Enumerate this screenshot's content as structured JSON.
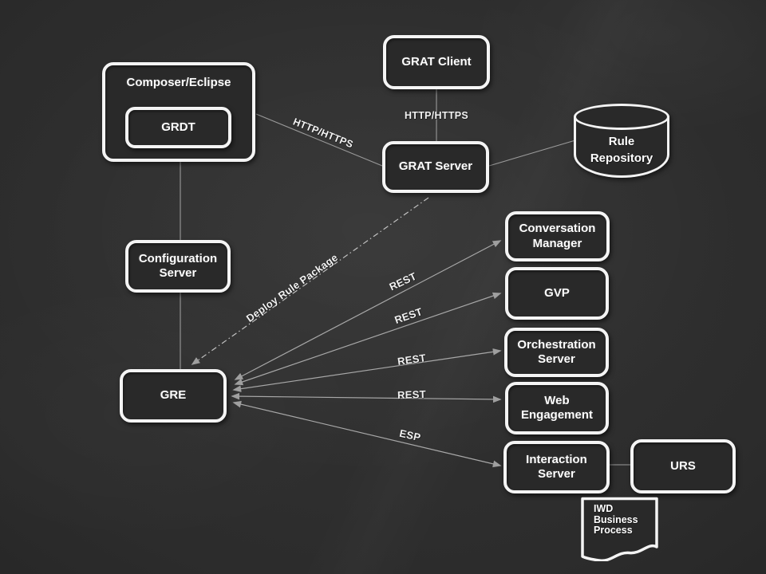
{
  "diagram": {
    "nodes": {
      "composer": {
        "label": "Composer/Eclipse"
      },
      "grdt": {
        "label": "GRDT"
      },
      "grat_client": {
        "label": "GRAT Client"
      },
      "grat_server": {
        "label": "GRAT Server"
      },
      "rule_repository": {
        "label": "Rule Repository"
      },
      "configuration_server": {
        "label": "Configuration Server"
      },
      "gre": {
        "label": "GRE"
      },
      "conversation_manager": {
        "label": "Conversation Manager"
      },
      "gvp": {
        "label": "GVP"
      },
      "orchestration_server": {
        "label": "Orchestration Server"
      },
      "web_engagement": {
        "label": "Web Engagement"
      },
      "interaction_server": {
        "label": "Interaction Server"
      },
      "urs": {
        "label": "URS"
      },
      "iwd_business_process": {
        "label": "IWD Business Process"
      }
    },
    "edge_labels": {
      "composer_to_grat_server": "HTTP/HTTPS",
      "grat_client_to_grat_server": "HTTP/HTTPS",
      "grat_server_to_gre": "Deploy Rule Package",
      "gre_to_conversation_manager": "REST",
      "gre_to_gvp": "REST",
      "gre_to_orchestration_server": "REST",
      "gre_to_web_engagement": "REST",
      "gre_to_interaction_server": "ESP"
    },
    "colors": {
      "background": "#2c2c2c",
      "node_border": "#f4f4f4",
      "node_fill": "#292929",
      "text": "#ffffff",
      "connector": "#a8a8a8"
    }
  }
}
